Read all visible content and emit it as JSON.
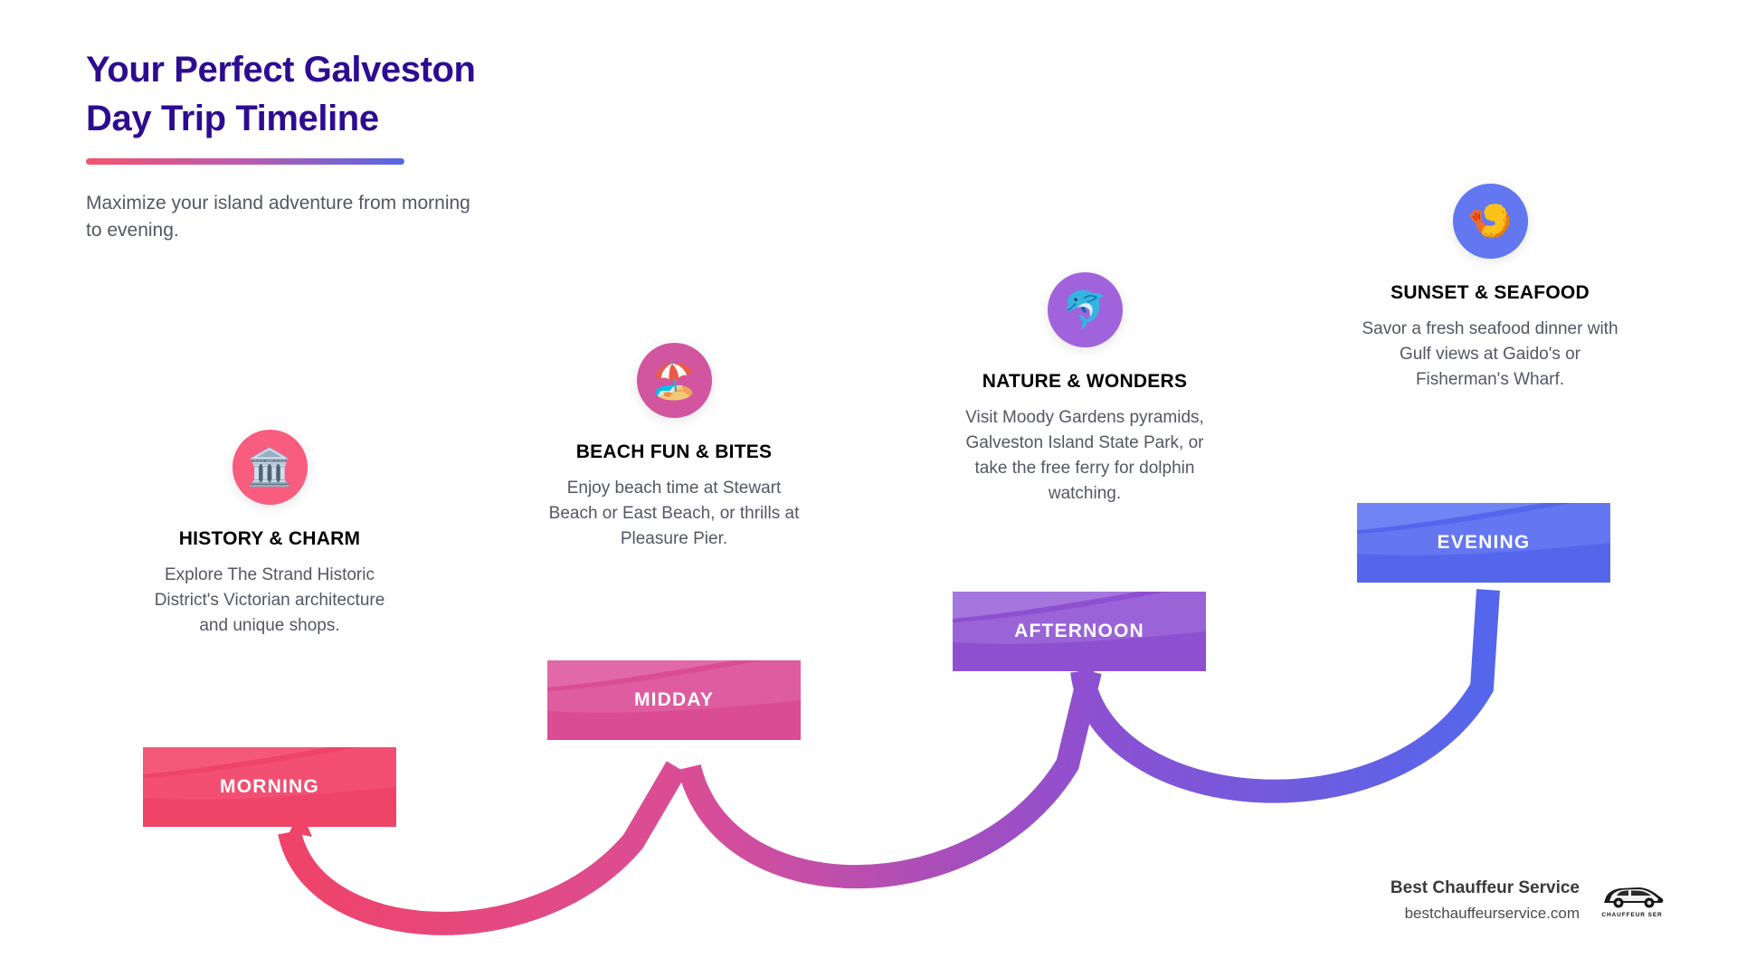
{
  "header": {
    "title_line1": "Your Perfect Galveston",
    "title_line2": "Day Trip Timeline",
    "subtitle": "Maximize your island adventure from morning to evening.",
    "title_color": "#2D0C92",
    "divider_from": "#F4546E",
    "divider_to": "#5468E3"
  },
  "timeline": {
    "stages": [
      {
        "icon": "🏛️",
        "icon_name": "classical-building-icon",
        "title": "HISTORY & CHARM",
        "description": "Explore The Strand Historic District's Victorian architecture and unique shops.",
        "ribbon_label": "MORNING",
        "circle_color": "#F85C7F",
        "ribbon_color": "#EF4368",
        "ribbon_color_light": "#F4597A"
      },
      {
        "icon": "🏖️",
        "icon_name": "beach-umbrella-icon",
        "title": "BEACH FUN & BITES",
        "description": "Enjoy beach time at Stewart Beach or East Beach, or thrills at Pleasure Pier.",
        "ribbon_label": "MIDDAY",
        "circle_color": "#D1559F",
        "ribbon_color": "#DA4D96",
        "ribbon_color_light": "#E169A9"
      },
      {
        "icon": "🐬",
        "icon_name": "dolphin-icon",
        "title": "NATURE & WONDERS",
        "description": "Visit Moody Gardens pyramids, Galveston Island State Park, or take the free ferry for dolphin watching.",
        "ribbon_label": "AFTERNOON",
        "circle_color": "#A163DC",
        "ribbon_color": "#8E4FD0",
        "ribbon_color_light": "#A476DE"
      },
      {
        "icon": "🍤",
        "icon_name": "shrimp-icon",
        "title": "SUNSET & SEAFOOD",
        "description": "Savor a fresh seafood dinner with Gulf views at Gaido's or Fisherman's Wharf.",
        "ribbon_label": "EVENING",
        "circle_color": "#6277F0",
        "ribbon_color": "#5467EC",
        "ribbon_color_light": "#7184F4"
      }
    ],
    "connector_colors": [
      "#EF4368",
      "#DA4D96",
      "#8E4FD0",
      "#5467EC"
    ]
  },
  "brand": {
    "name": "Best Chauffeur Service",
    "url": "bestchauffeurservice.com",
    "logo_word": "CHAUFFEUR SER"
  }
}
